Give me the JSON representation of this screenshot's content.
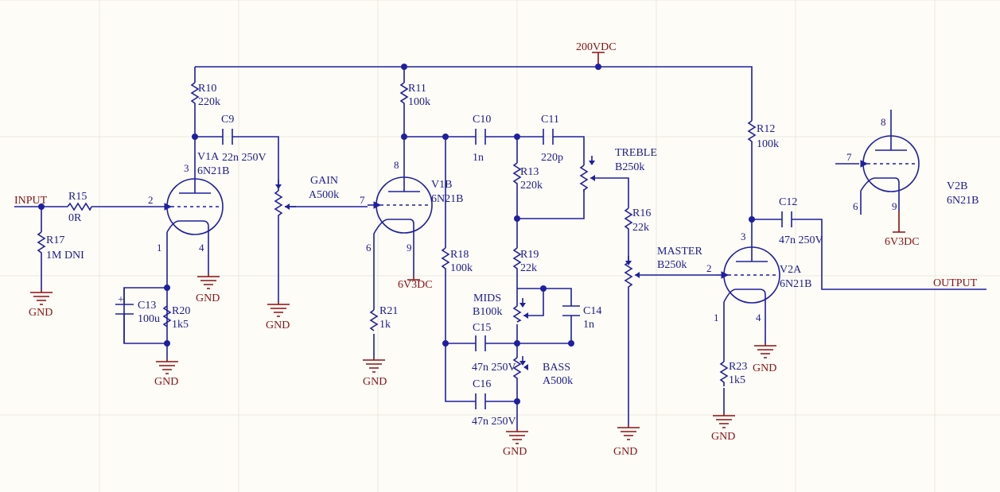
{
  "nets": {
    "supply": "200VDC",
    "heater": "6V3DC",
    "ground": "GND",
    "input": "INPUT",
    "output": "OUTPUT"
  },
  "tubes": {
    "v1a": {
      "ref": "V1A",
      "value": "6N21B",
      "pins": [
        "3",
        "2",
        "1",
        "4"
      ]
    },
    "v1b": {
      "ref": "V1B",
      "value": "6N21B",
      "pins": [
        "8",
        "7",
        "6",
        "9"
      ]
    },
    "v2a": {
      "ref": "V2A",
      "value": "6N21B",
      "pins": [
        "3",
        "2",
        "1",
        "4"
      ]
    },
    "v2b": {
      "ref": "V2B",
      "value": "6N21B",
      "pins": [
        "8",
        "7",
        "6",
        "9"
      ]
    }
  },
  "resistors": {
    "r10": {
      "ref": "R10",
      "value": "220k"
    },
    "r11": {
      "ref": "R11",
      "value": "100k"
    },
    "r12": {
      "ref": "R12",
      "value": "100k"
    },
    "r13": {
      "ref": "R13",
      "value": "220k"
    },
    "r15": {
      "ref": "R15",
      "value": "0R"
    },
    "r16": {
      "ref": "R16",
      "value": "22k"
    },
    "r17": {
      "ref": "R17",
      "value": "1M DNI"
    },
    "r18": {
      "ref": "R18",
      "value": "100k"
    },
    "r19": {
      "ref": "R19",
      "value": "22k"
    },
    "r20": {
      "ref": "R20",
      "value": "1k5"
    },
    "r21": {
      "ref": "R21",
      "value": "1k"
    },
    "r23": {
      "ref": "R23",
      "value": "1k5"
    }
  },
  "capacitors": {
    "c9": {
      "ref": "C9",
      "value": "22n 250V"
    },
    "c10": {
      "ref": "C10",
      "value": "1n"
    },
    "c11": {
      "ref": "C11",
      "value": "220p"
    },
    "c12": {
      "ref": "C12",
      "value": "47n 250V"
    },
    "c13": {
      "ref": "C13",
      "value": "100u"
    },
    "c14": {
      "ref": "C14",
      "value": "1n"
    },
    "c15": {
      "ref": "C15",
      "value": "47n 250V"
    },
    "c16": {
      "ref": "C16",
      "value": "47n 250V"
    },
    "polarity": "+"
  },
  "pots": {
    "gain": {
      "ref": "GAIN",
      "value": "A500k"
    },
    "treble": {
      "ref": "TREBLE",
      "value": "B250k"
    },
    "master": {
      "ref": "MASTER",
      "value": "B250k"
    },
    "mids": {
      "ref": "MIDS",
      "value": "B100k"
    },
    "bass": {
      "ref": "BASS",
      "value": "A500k"
    }
  },
  "colors": {
    "wire": "#1f1fa0",
    "net_label": "#8b1010",
    "background": "#fdfcf7",
    "grid": "#ece8dc"
  }
}
